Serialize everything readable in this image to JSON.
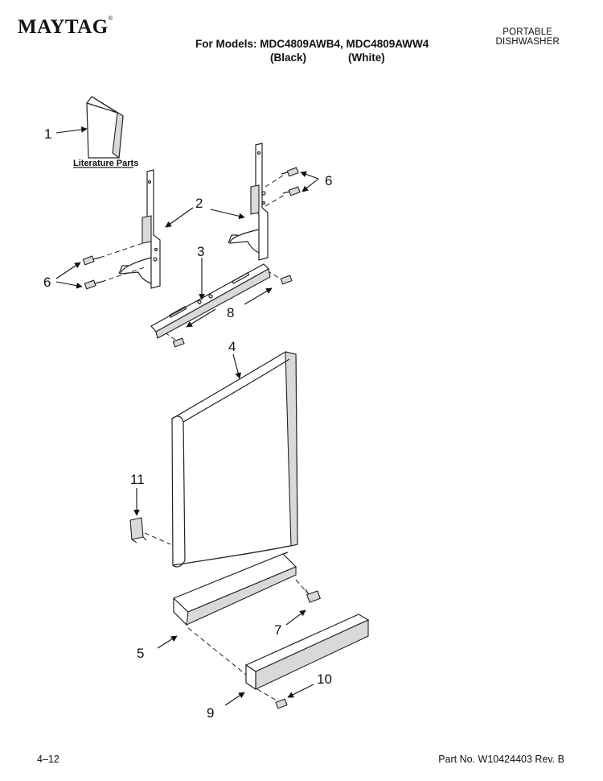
{
  "header": {
    "brand": "MAYTAG",
    "brand_mark": "®",
    "models_line": "For Models: MDC4809AWB4, MDC4809AWW4",
    "variant_black": "(Black)",
    "variant_white": "(White)",
    "product_type_line1": "PORTABLE",
    "product_type_line2": "DISHWASHER"
  },
  "diagram": {
    "literature_caption": "Literature Parts",
    "callouts": {
      "c1": "1",
      "c2": "2",
      "c3": "3",
      "c4": "4",
      "c5": "5",
      "c6a": "6",
      "c6b": "6",
      "c7": "7",
      "c8": "8",
      "c9": "9",
      "c10": "10",
      "c11": "11"
    }
  },
  "footer": {
    "page_code": "4–12",
    "part_number": "Part No. W10424403 Rev. B"
  }
}
